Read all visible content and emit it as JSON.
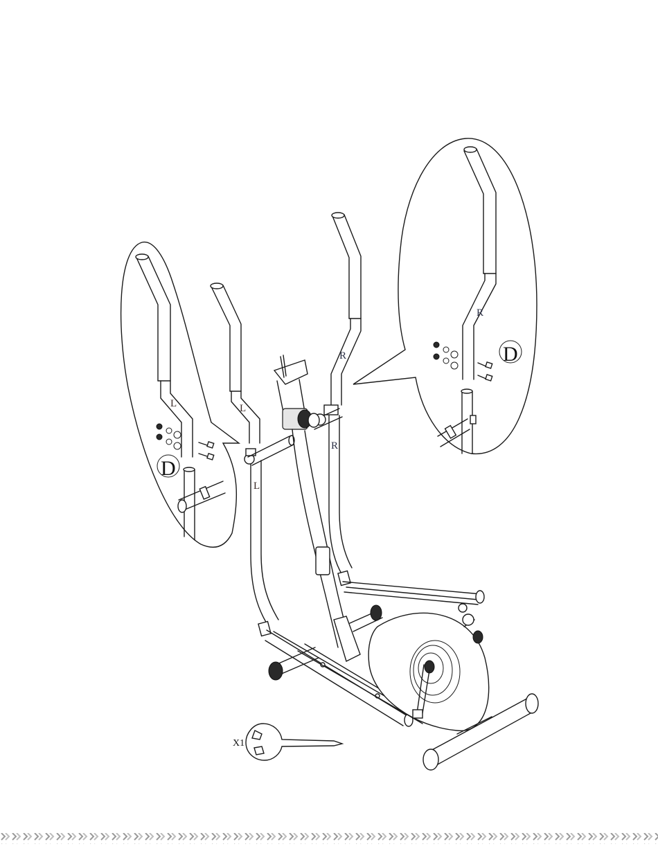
{
  "labels": {
    "left_arm": "L",
    "right_arm": "R",
    "step": "D",
    "tool_quantity": "X1"
  }
}
